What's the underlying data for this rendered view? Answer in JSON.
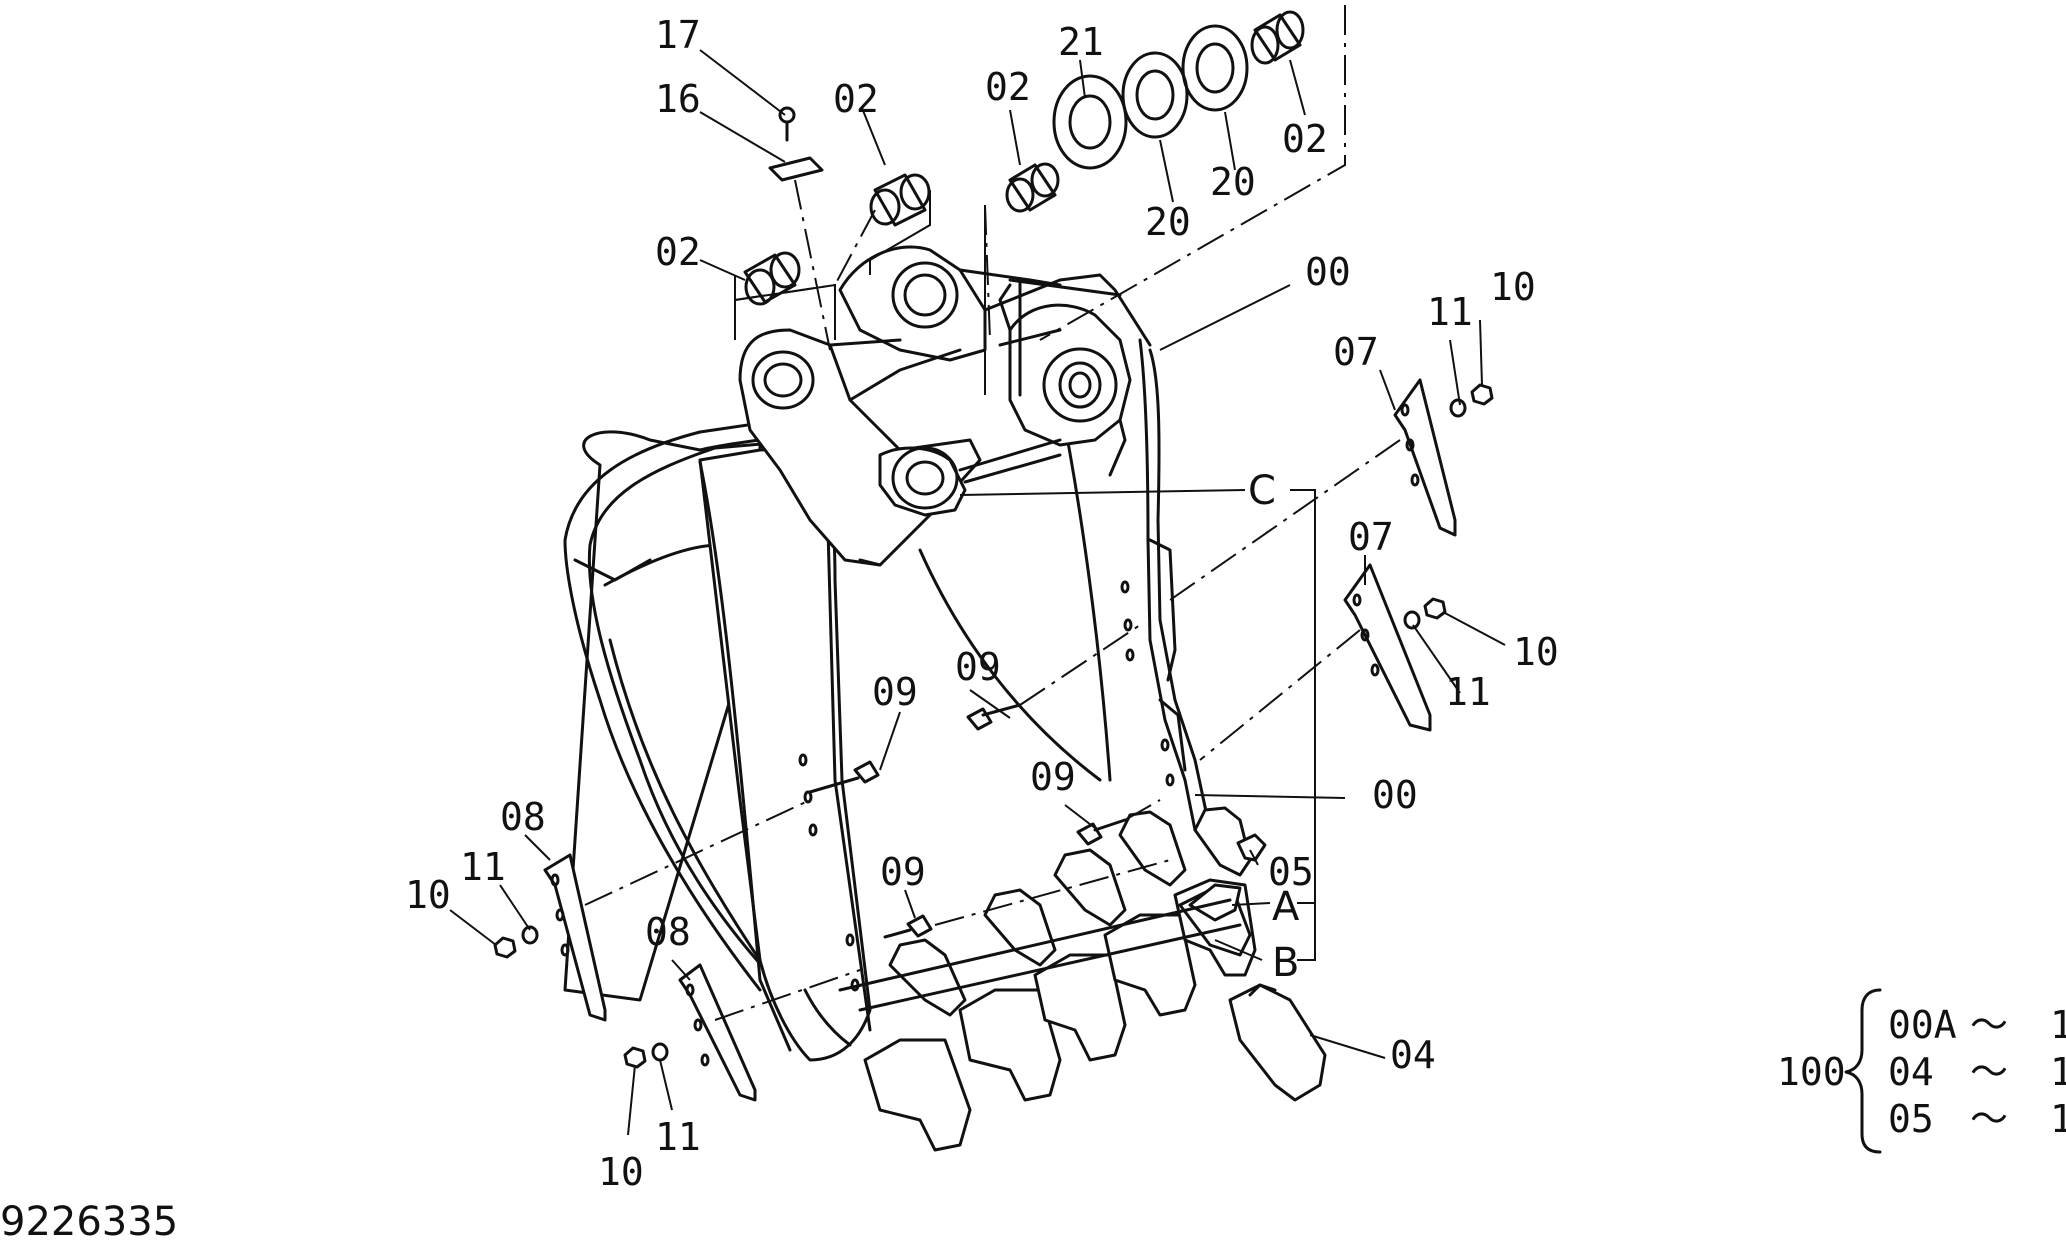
{
  "labels": {
    "l17": "17",
    "l16": "16",
    "l02a": "02",
    "l02b": "02",
    "l02c": "02",
    "l02d": "02",
    "l21": "21",
    "l20a": "20",
    "l20b": "20",
    "l00a": "00",
    "l00b": "00",
    "l07a": "07",
    "l07b": "07",
    "l11a": "11",
    "l11b": "11",
    "l11c": "11",
    "l11d": "11",
    "l10a": "10",
    "l10b": "10",
    "l10c": "10",
    "l10d": "10",
    "l09a": "09",
    "l09b": "09",
    "l09c": "09",
    "l09d": "09",
    "l08a": "08",
    "l08b": "08",
    "l05": "05",
    "l04": "04"
  },
  "reference_letters": {
    "A": "A",
    "B": "B",
    "C": "C"
  },
  "kit_table": {
    "kit_number": "100",
    "rows": [
      {
        "part": "00A",
        "sep": "〜",
        "qty": "1"
      },
      {
        "part": "04",
        "sep": "〜",
        "qty": "1"
      },
      {
        "part": "05",
        "sep": "〜",
        "qty": "1"
      }
    ]
  },
  "drawing_number": "9226335"
}
